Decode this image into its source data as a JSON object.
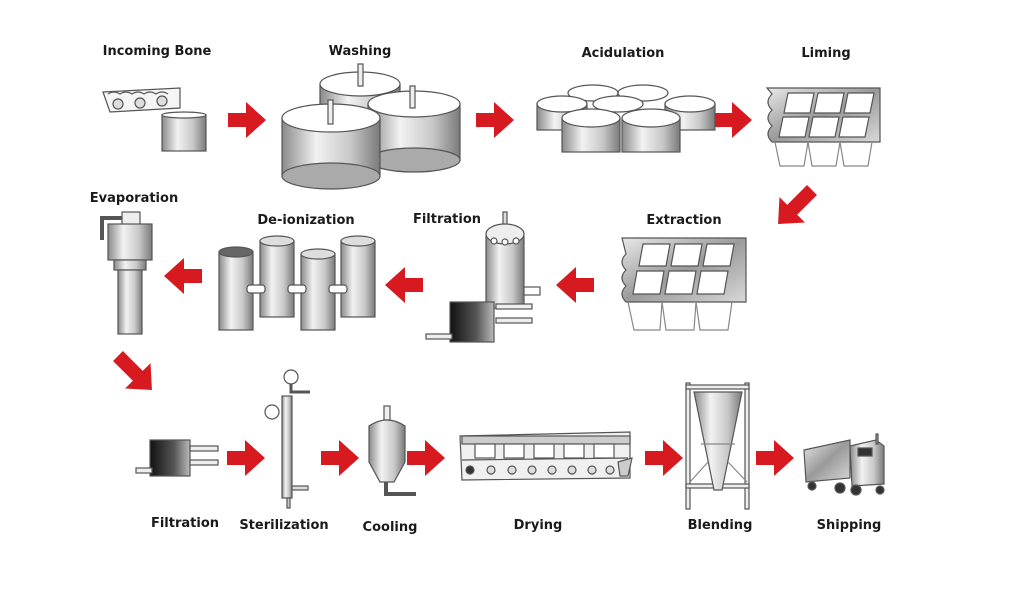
{
  "title": "Gelatin production process from bone",
  "colors": {
    "arrow": "#d71920",
    "equipment_stroke": "#555555",
    "label": "#1a1a1a"
  },
  "steps": [
    {
      "id": "incoming-bone",
      "label": "Incoming Bone",
      "icon": "conveyor-bin-icon"
    },
    {
      "id": "washing",
      "label": "Washing",
      "icon": "washing-tanks-icon"
    },
    {
      "id": "acidulation",
      "label": "Acidulation",
      "icon": "acid-vats-icon"
    },
    {
      "id": "liming",
      "label": "Liming",
      "icon": "lime-pit-icon"
    },
    {
      "id": "extraction",
      "label": "Extraction",
      "icon": "extraction-pit-icon"
    },
    {
      "id": "filtration-1",
      "label": "Filtration",
      "icon": "filter-press-vessel-icon"
    },
    {
      "id": "de-ionization",
      "label": "De-ionization",
      "icon": "ion-exchange-columns-icon"
    },
    {
      "id": "evaporation",
      "label": "Evaporation",
      "icon": "evaporator-icon"
    },
    {
      "id": "filtration-2",
      "label": "Filtration",
      "icon": "filter-icon"
    },
    {
      "id": "sterilization",
      "label": "Sterilization",
      "icon": "sterilizer-column-icon"
    },
    {
      "id": "cooling",
      "label": "Cooling",
      "icon": "cooling-tank-icon"
    },
    {
      "id": "drying",
      "label": "Drying",
      "icon": "belt-dryer-icon"
    },
    {
      "id": "blending",
      "label": "Blending",
      "icon": "blending-hopper-icon"
    },
    {
      "id": "shipping",
      "label": "Shipping",
      "icon": "truck-icon"
    }
  ],
  "flow": [
    [
      "incoming-bone",
      "washing"
    ],
    [
      "washing",
      "acidulation"
    ],
    [
      "acidulation",
      "liming"
    ],
    [
      "liming",
      "extraction"
    ],
    [
      "extraction",
      "filtration-1"
    ],
    [
      "filtration-1",
      "de-ionization"
    ],
    [
      "de-ionization",
      "evaporation"
    ],
    [
      "evaporation",
      "filtration-2"
    ],
    [
      "filtration-2",
      "sterilization"
    ],
    [
      "sterilization",
      "cooling"
    ],
    [
      "cooling",
      "drying"
    ],
    [
      "drying",
      "blending"
    ],
    [
      "blending",
      "shipping"
    ]
  ]
}
